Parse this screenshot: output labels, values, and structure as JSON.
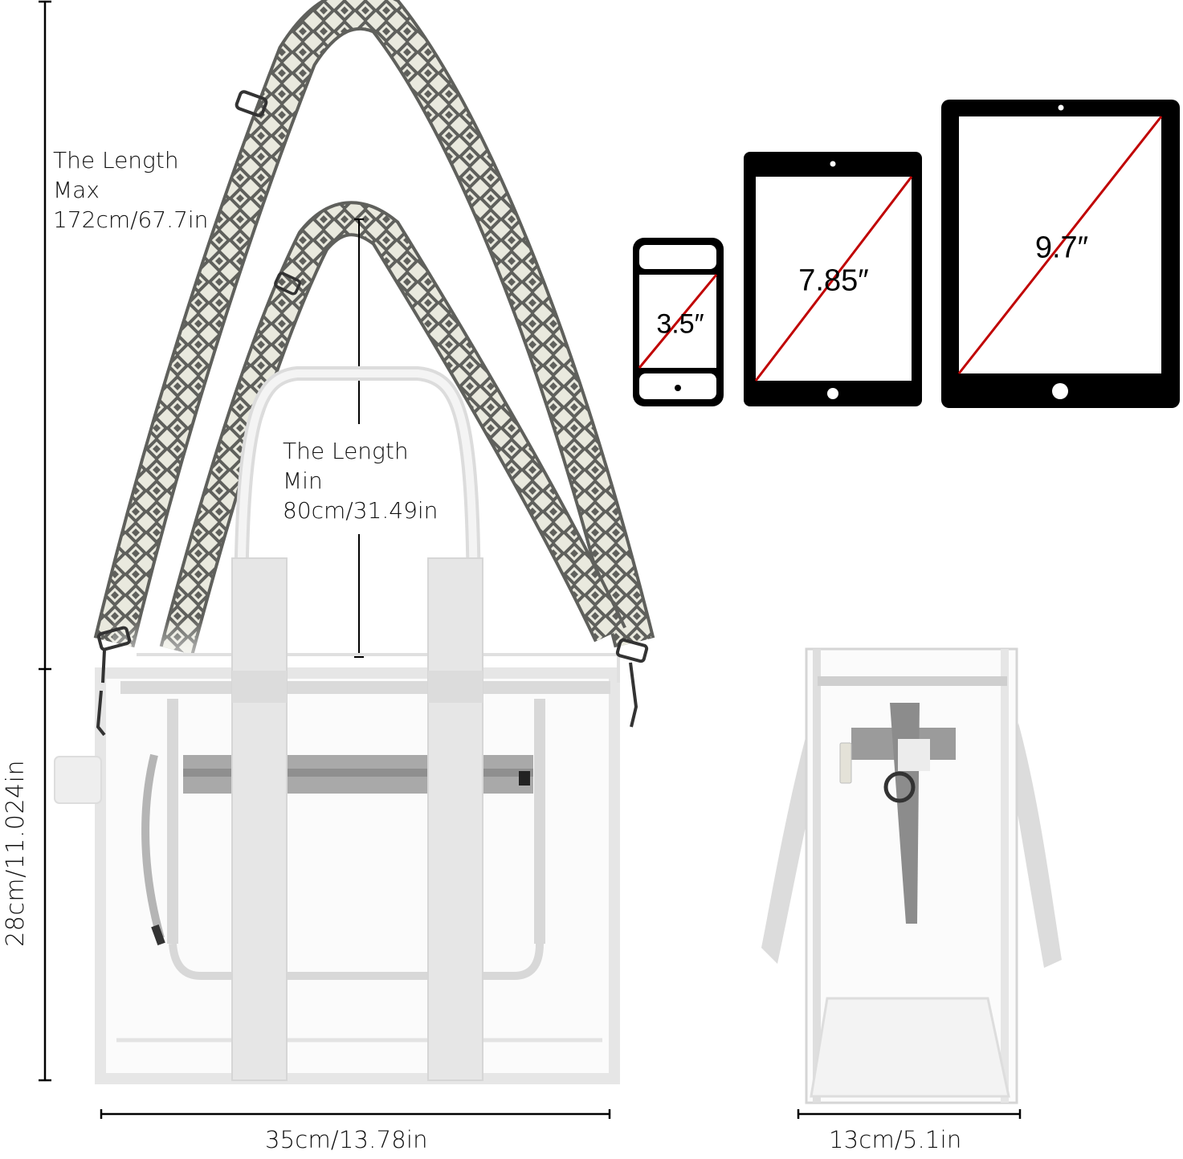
{
  "strap": {
    "max_label": [
      "The Length",
      "Max",
      "172cm/67.7in"
    ],
    "min_label": [
      "The Length",
      "Min",
      "80cm/31.49in"
    ],
    "pattern_colors": {
      "dark": "#5f605c",
      "light": "#e9e9de"
    }
  },
  "dimensions": {
    "height": "28cm/11.024in",
    "width": "35cm/13.78in",
    "depth": "13cm/5.1in"
  },
  "devices": [
    {
      "name": "phone",
      "size_label": "3.5″"
    },
    {
      "name": "small-tablet",
      "size_label": "7.85″"
    },
    {
      "name": "large-tablet",
      "size_label": "9.7″"
    }
  ],
  "colors": {
    "device_body": "#000000",
    "diagonal": "#c00000",
    "bag_trim": "#d6d6d6",
    "bag_handle": "#e3e3e3",
    "zipper": "#a9a9a9"
  }
}
